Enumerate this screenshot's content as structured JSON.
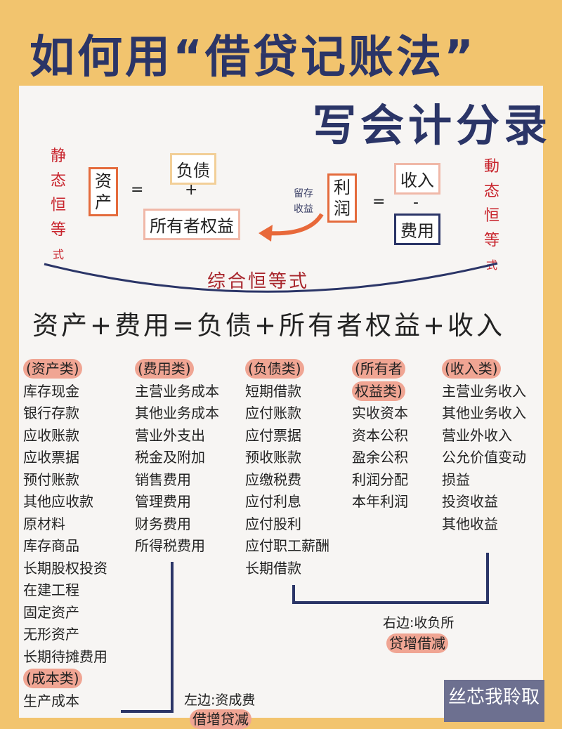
{
  "title_line1": "如何用“借贷记账法”",
  "title_line2": "写会计分录",
  "static_label": [
    "静",
    "态",
    "恒",
    "等",
    "式"
  ],
  "dynamic_label": [
    "動",
    "态",
    "恒",
    "等",
    "式"
  ],
  "static_eq": {
    "assets": "资产",
    "equals": "=",
    "liabilities": "负债",
    "plus": "+",
    "equity": "所有者权益"
  },
  "retained": {
    "line1": "留存",
    "line2": "收益"
  },
  "dynamic_eq": {
    "profit": "利润",
    "equals": "=",
    "revenue": "收入",
    "minus": "-",
    "expense": "费用"
  },
  "combined_label": "综合恒等式",
  "combined_formula": "资产+费用=负债+所有者权益+收入",
  "columns": [
    {
      "header": "(资产类)",
      "items": [
        "库存现金",
        "银行存款",
        "应收账款",
        "应收票据",
        "预付账款",
        "其他应收款",
        "原材料",
        "库存商品",
        "长期股权投资",
        "在建工程",
        "固定资产",
        "无形资产",
        "长期待摊费用"
      ],
      "header2": "(成本类)",
      "items2": [
        "生产成本"
      ]
    },
    {
      "header": "(费用类)",
      "items": [
        "主营业务成本",
        "其他业务成本",
        "营业外支出",
        "税金及附加",
        "销售费用",
        "管理费用",
        "财务费用",
        "所得税费用"
      ]
    },
    {
      "header": "(负债类)",
      "items": [
        "短期借款",
        "应付账款",
        "应付票据",
        "预收账款",
        "应缴税费",
        "应付利息",
        "应付股利",
        "应付职工薪酬",
        "长期借款"
      ]
    },
    {
      "header": "(所有者",
      "header_b": "权益类)",
      "items": [
        "实收资本",
        "资本公积",
        "盈余公积",
        "利润分配",
        "本年利润"
      ]
    },
    {
      "header": "(收入类)",
      "items": [
        "主营业务收入",
        "其他业务收入",
        "营业外收入",
        "公允价值变动",
        "损益",
        "投资收益",
        "其他收益"
      ]
    }
  ],
  "right_note": {
    "label": "右边:收负所",
    "rule": "贷增借减"
  },
  "left_note": {
    "label": "左边:资成费",
    "rule": "借增贷减"
  },
  "watermark": "丝芯我聆取",
  "colors": {
    "background": "#f2c46e",
    "navy": "#2b3567",
    "red": "#c8242c",
    "orange": "#e8693a",
    "highlight": "#f0a593"
  }
}
